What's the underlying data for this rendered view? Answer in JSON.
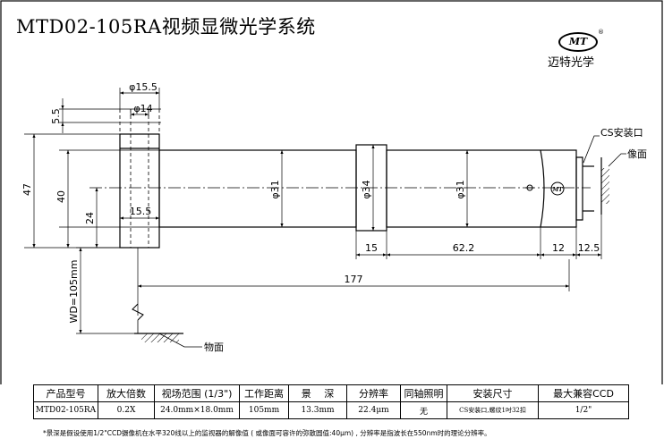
{
  "header": {
    "title": "MTD02-105RA视频显微光学系统",
    "brand_logo": "MT",
    "brand_reg": "®",
    "brand_name": "迈特光学"
  },
  "dimensions": {
    "d15_5_top": "φ15.5",
    "d14": "φ14",
    "d5_5": "5.5",
    "d47": "47",
    "d40": "40",
    "d24": "24",
    "d15_5_inner": "15.5",
    "d31_a": "φ31",
    "d34": "φ34",
    "d31_b": "φ31",
    "d15": "15",
    "d62_2": "62.2",
    "d12": "12",
    "d12_5": "12.5",
    "d177": "177",
    "wd": "WD=105mm"
  },
  "callouts": {
    "cs_mount": "CS安装口",
    "image_plane": "像面",
    "object_plane": "物面"
  },
  "spec_table": {
    "headers": [
      "产品型号",
      "放大倍数",
      "视场范围 (1/3\")",
      "工作距离",
      "景　 深",
      "分辨率",
      "同轴照明",
      "安装尺寸",
      "最大兼容CCD"
    ],
    "row": [
      "MTD02-105RA",
      "0.2X",
      "24.0mm×18.0mm",
      "105mm",
      "13.3mm",
      "22.4μm",
      "无",
      "CS安装口,螺纹1吋32扣",
      "1/2\""
    ]
  },
  "footnote": "*景深是假设使用1/2\"CCD摄像机在水平320线以上的监视器的解像值 ( 或像面可容许的弥散圆值:40μm) , 分辨率是指波长在550nm时的理论分辨率。"
}
